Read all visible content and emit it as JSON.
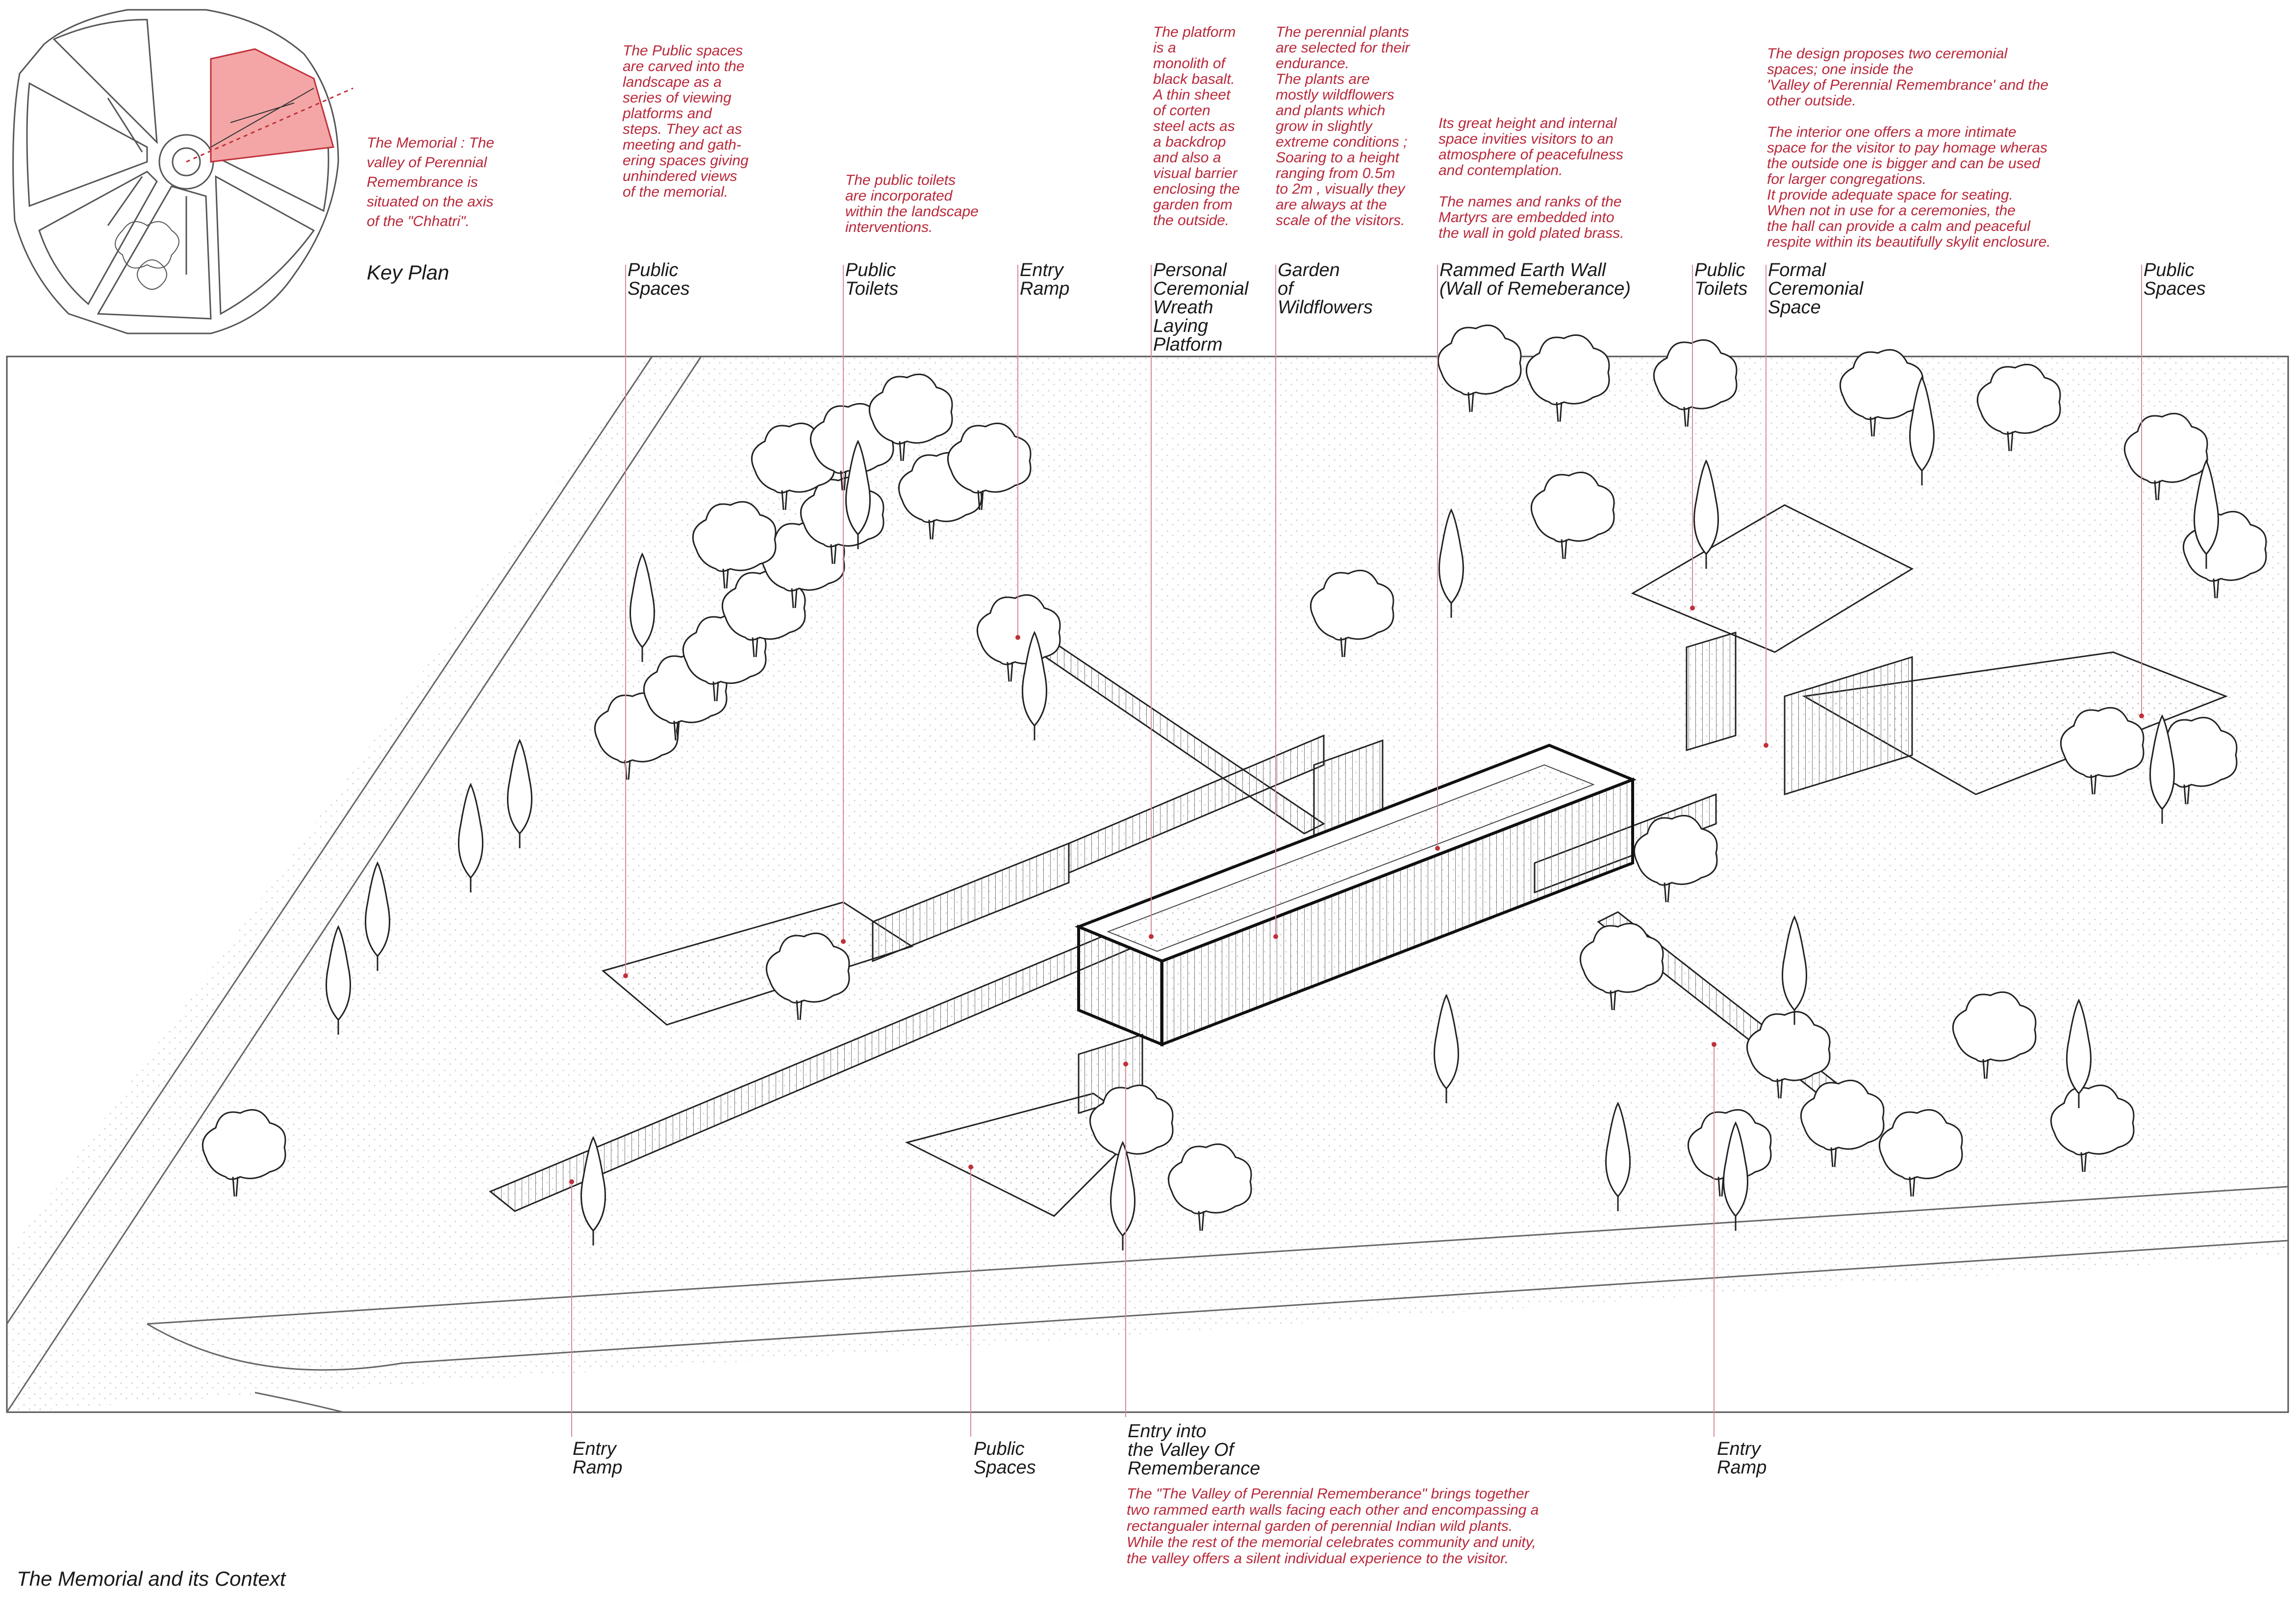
{
  "title": "The Memorial and its Context",
  "key_plan": {
    "label": "Key Plan",
    "note": "The Memorial : The\nvalley of Perennial\nRemembrance is\nsituated on the axis\nof the \"Chhatri\"."
  },
  "colors": {
    "accent": "#b8283a",
    "highlight": "#f4a6a6",
    "ink": "#1a1a1a",
    "line": "#444444"
  },
  "top_labels": [
    {
      "id": "public-spaces-1",
      "label": "Public\nSpaces",
      "note": "The Public spaces\nare carved into the\nlandscape as a\nseries of viewing\nplatforms and\nsteps. They act as\nmeeting and gath-\nering spaces giving\nunhindered views\nof the memorial."
    },
    {
      "id": "public-toilets-1",
      "label": "Public\nToilets",
      "note": "The public toilets\nare incorporated\nwithin the landscape\ninterventions."
    },
    {
      "id": "entry-ramp-top",
      "label": "Entry\nRamp",
      "note": ""
    },
    {
      "id": "wreath-platform",
      "label": "Personal\nCeremonial\nWreath\nLaying\nPlatform",
      "note": "The platform\nis a\nmonolith of\nblack basalt.\nA thin sheet\nof corten\nsteel acts as\na backdrop\nand also a\nvisual barrier\nenclosing the\ngarden from\nthe outside."
    },
    {
      "id": "garden-wildflowers",
      "label": "Garden\nof\nWildflowers",
      "note": "The perennial plants\nare selected for their\nendurance.\nThe plants are\nmostly wildflowers\nand plants which\ngrow in slightly\nextreme conditions ;\nSoaring to a height\nranging from 0.5m\nto 2m ,  visually they\nare always at the\nscale of the visitors."
    },
    {
      "id": "rammed-earth-wall",
      "label": "Rammed Earth Wall\n(Wall of Remeberance)",
      "note": "Its great height and internal\nspace invities visitors to an\natmosphere of peacefulness\nand contemplation.\n\nThe names and ranks of the\nMartyrs  are  embedded  into\nthe wall in gold plated brass."
    },
    {
      "id": "public-toilets-2",
      "label": "Public\nToilets",
      "note": ""
    },
    {
      "id": "formal-ceremonial",
      "label": "Formal\nCeremonial\nSpace",
      "note": "The design proposes two ceremonial\nspaces; one inside the\n'Valley of Perennial Remembrance' and the\nother outside.\n\nThe interior one offers a more intimate\nspace for the visitor to pay homage wheras\nthe outside one is bigger and can be used\nfor larger congregations.\nIt provide adequate space for seating.\nWhen not in use for a ceremonies, the\nthe hall can provide a calm and peaceful\nrespite within its beautifully skylit enclosure."
    },
    {
      "id": "public-spaces-2",
      "label": "Public\nSpaces",
      "note": ""
    }
  ],
  "bottom_labels": [
    {
      "id": "entry-ramp-left",
      "label": "Entry\nRamp"
    },
    {
      "id": "public-spaces-bottom",
      "label": "Public\nSpaces"
    },
    {
      "id": "entry-valley",
      "label": "Entry into\nthe Valley Of\nRememberance"
    },
    {
      "id": "entry-ramp-right",
      "label": "Entry\nRamp"
    }
  ],
  "valley_note": "The \"The Valley of Perennial Rememberance\" brings together\ntwo rammed earth walls facing each other and encompassing a\nrectangualer internal garden of perennial Indian wild plants.\nWhile the rest of the memorial celebrates community and unity,\nthe valley offers a silent individual experience to the visitor."
}
